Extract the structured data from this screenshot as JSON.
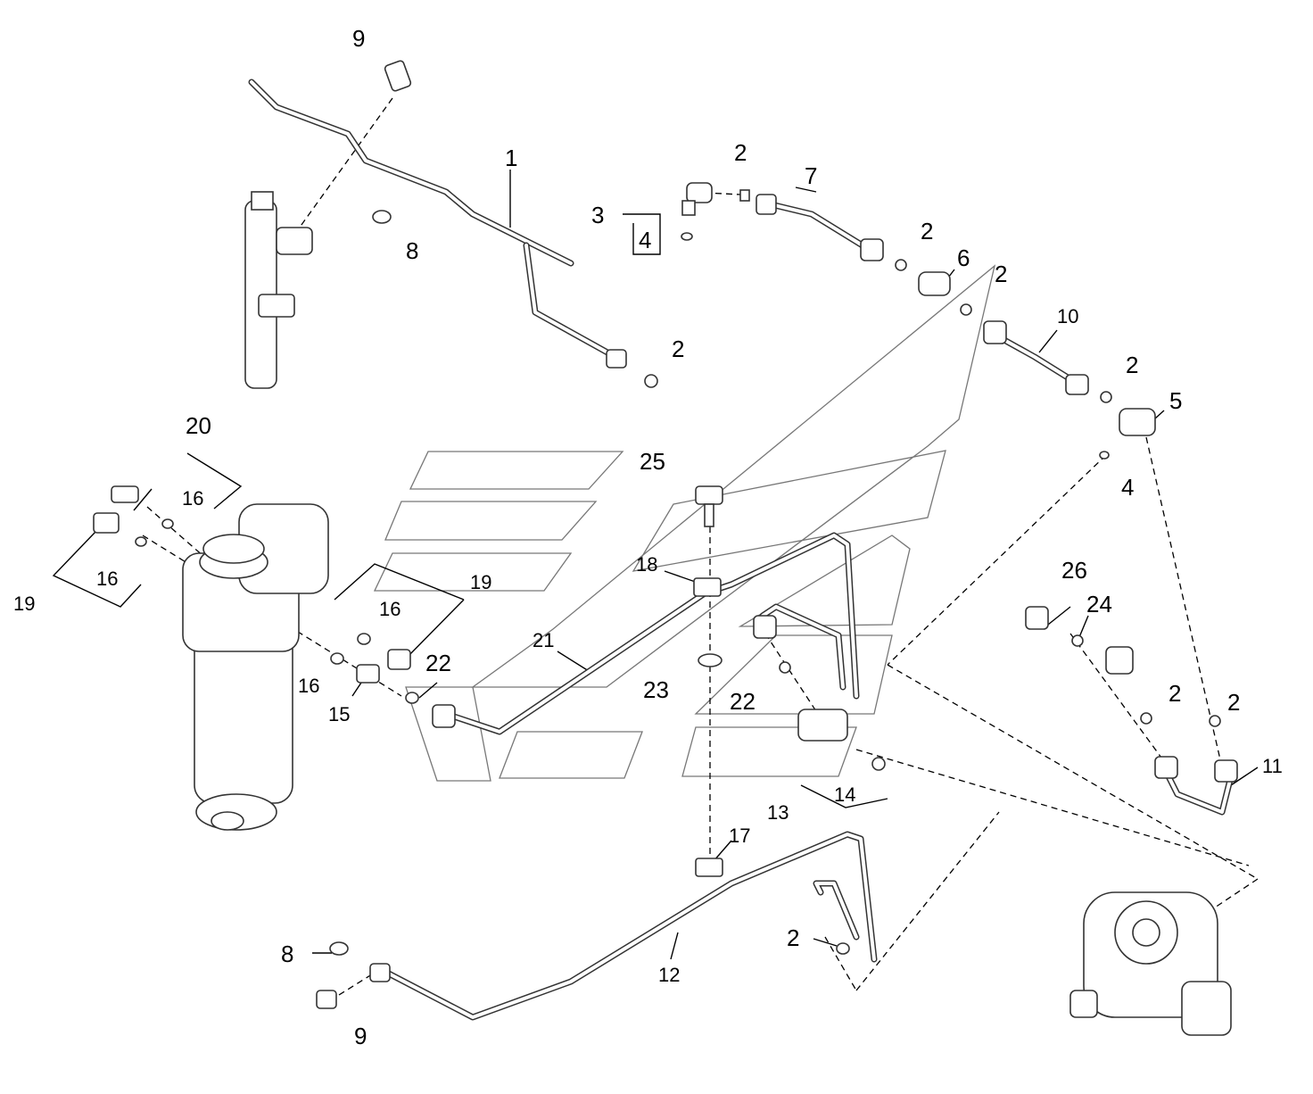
{
  "labels": {
    "l1": "1",
    "l2a": "2",
    "l2b": "2",
    "l2c": "2",
    "l2d": "2",
    "l2e": "2",
    "l2f": "2",
    "l2g": "2",
    "l2h": "2",
    "l3": "3",
    "l4a": "4",
    "l4b": "4",
    "l5": "5",
    "l6": "6",
    "l7": "7",
    "l8a": "8",
    "l8b": "8",
    "l9a": "9",
    "l9b": "9",
    "l10": "10",
    "l11": "11",
    "l12": "12",
    "l13": "13",
    "l14": "14",
    "l15": "15",
    "l16a": "16",
    "l16b": "16",
    "l16c": "16",
    "l16d": "16",
    "l17": "17",
    "l18": "18",
    "l19a": "19",
    "l19b": "19",
    "l20": "20",
    "l21": "21",
    "l22a": "22",
    "l22b": "22",
    "l23": "23",
    "l24": "24",
    "l25": "25",
    "l26": "26"
  }
}
